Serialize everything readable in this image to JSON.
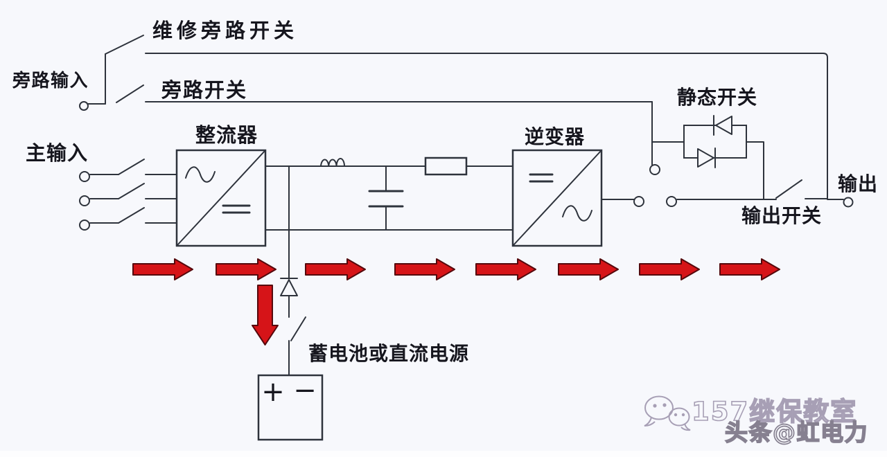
{
  "diagram": {
    "title_semantic": "UPS online double-conversion power flow diagram",
    "labels": {
      "maintenance_bypass_switch": "维修旁路开关",
      "bypass_input": "旁路输入",
      "bypass_switch": "旁路开关",
      "main_input": "主输入",
      "rectifier": "整流器",
      "inverter": "逆变器",
      "static_switch": "静态开关",
      "output_switch": "输出开关",
      "output": "输出",
      "battery_or_dc_source": "蓄电池或直流电源",
      "battery_positive": "+",
      "battery_negative": "−"
    },
    "colors": {
      "background": "#f7f8fc",
      "line": "#2e333c",
      "text": "#16161e",
      "arrow_fill": "#d61418",
      "arrow_stroke": "#55080c",
      "watermark": "#a79fb5",
      "watermark_dark": "#868090"
    },
    "watermark": {
      "icon": "wechat-bubbles-icon",
      "line1": "157继保教室",
      "line2": "头条@虹电力"
    }
  }
}
